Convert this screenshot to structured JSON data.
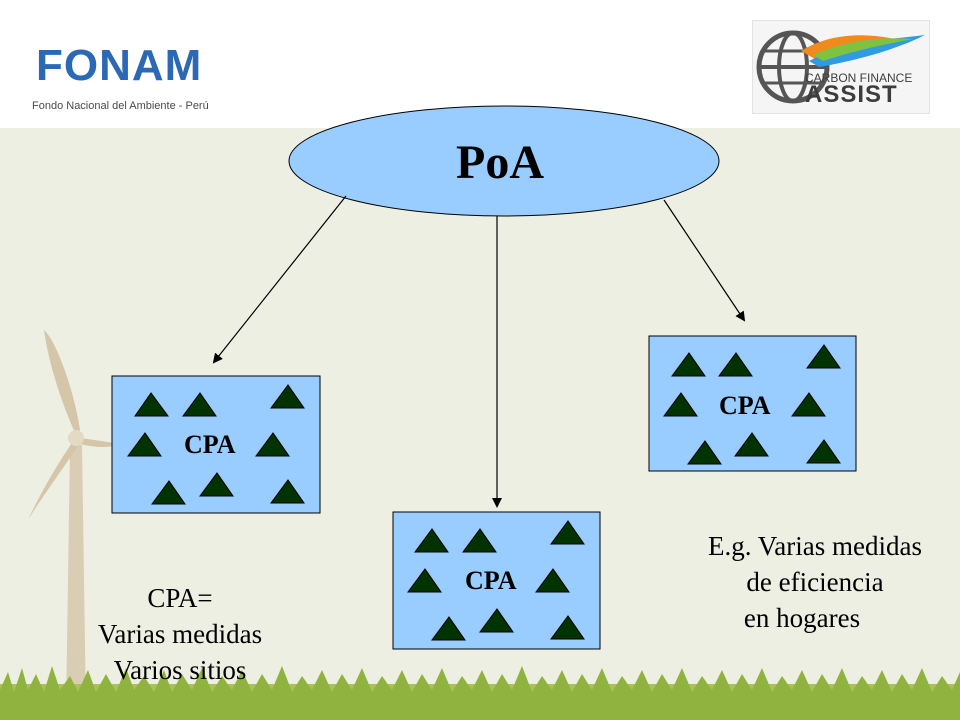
{
  "logos": {
    "fonam_word": "FONAM",
    "fonam_sub": "Fondo Nacional del Ambiente - Perú",
    "cfa_line1": "CARBON FINANCE",
    "cfa_line2": "ASSIST"
  },
  "diagram": {
    "root": "PoA",
    "cpa_boxes": [
      "CPA",
      "CPA",
      "CPA"
    ]
  },
  "notes": {
    "left": [
      "CPA=",
      "Varias medidas",
      "Varios sitios"
    ],
    "right": [
      "E.g. Varias medidas",
      "de eficiencia",
      "en hogares"
    ]
  },
  "colors": {
    "ellipse_fill": "#99ccff",
    "box_fill": "#99ccff",
    "triangle_fill": "#003300",
    "fonam_blue": "#2c69b5",
    "background": "#eeefe3"
  }
}
